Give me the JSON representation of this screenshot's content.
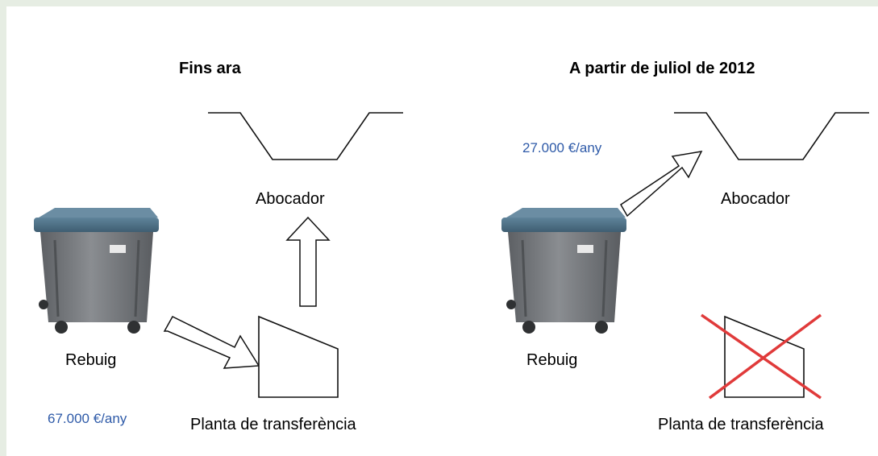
{
  "panels": {
    "before": {
      "title": "Fins ara",
      "bin_label": "Rebuig",
      "landfill_label": "Abocador",
      "plant_label": "Planta de transferència",
      "cost": "67.000 €/any"
    },
    "after": {
      "title": "A partir de juliol de 2012",
      "bin_label": "Rebuig",
      "landfill_label": "Abocador",
      "plant_label": "Planta de transferència",
      "cost": "27.000 €/any"
    }
  },
  "colors": {
    "cost_text": "#2e5aa8",
    "cross_out": "#e03a3a",
    "bin_body": "#6f7276",
    "bin_lid": "#4d6f86"
  },
  "icons": [
    "waste-bin-icon",
    "landfill-pit-icon",
    "transfer-plant-icon",
    "arrow-icon",
    "cross-out-icon"
  ]
}
